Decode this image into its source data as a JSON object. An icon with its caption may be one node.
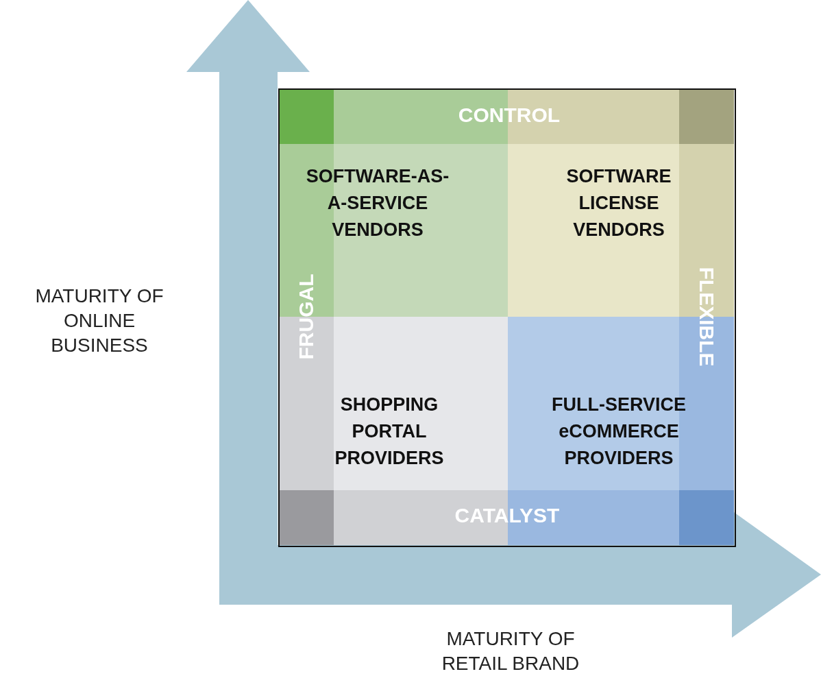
{
  "diagram": {
    "nodes": [
      {
        "text": [
          "SOFTWARE-AS-A-SERVICE VENDORS"
        ]
      },
      {
        "text": [
          "SOFTWARE LICENSE VENDORS"
        ]
      },
      {
        "text": [
          "SHOPPING PORTAL PROVIDERS"
        ]
      },
      {
        "text": [
          "FULL-SERVICE eCOMMERCE PROVIDERS"
        ]
      }
    ],
    "edges": [],
    "labels": [
      "CONTROL",
      "FRUGAL",
      "MATURITY OF ONLINE BUSINESS",
      "FLEXIBLE",
      "CATALYST",
      "MATURITY OF RETAIL BRAND"
    ]
  }
}
